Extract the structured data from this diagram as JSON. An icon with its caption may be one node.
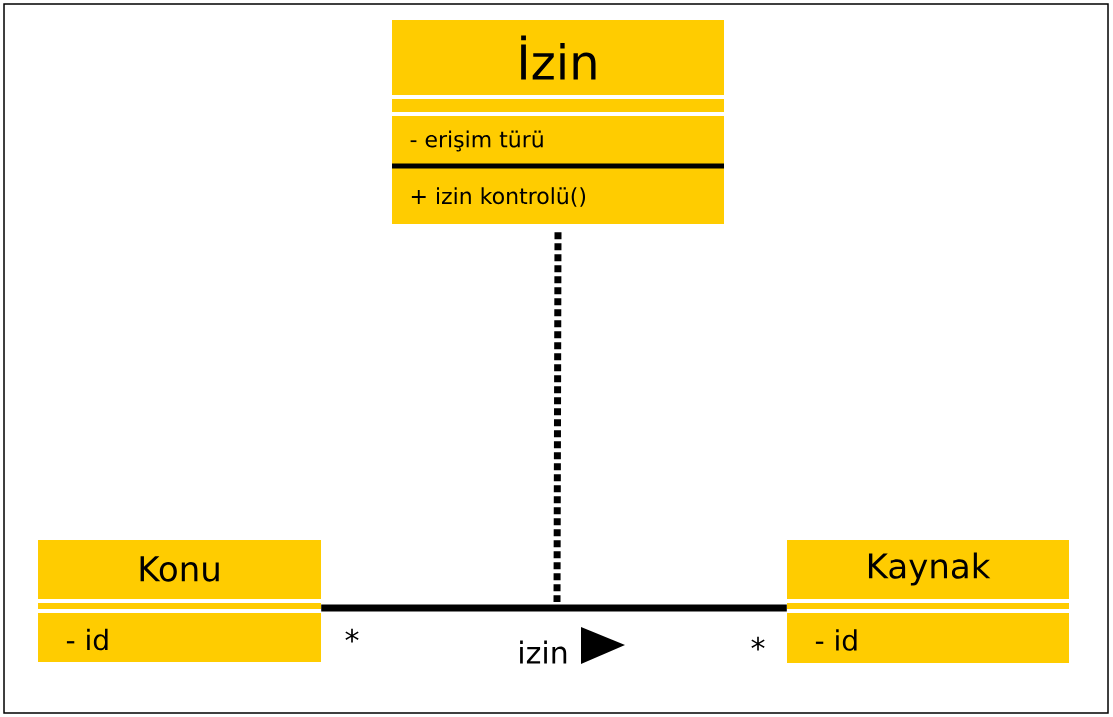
{
  "diagram": {
    "nodes": [
      {
        "text": [
          "İzin",
          "- erişim türü",
          "+ izin kontrolü()"
        ]
      },
      {
        "text": [
          "Konu",
          "- id"
        ]
      },
      {
        "text": [
          "Kaynak",
          "- id"
        ]
      }
    ],
    "edges": [
      {
        "from": 1,
        "to": 2,
        "arrow": "none",
        "label": "izin"
      },
      {
        "from": 0,
        "to": null,
        "arrow": "none",
        "style": "dashed"
      }
    ],
    "labels": [
      "*",
      "*"
    ]
  }
}
